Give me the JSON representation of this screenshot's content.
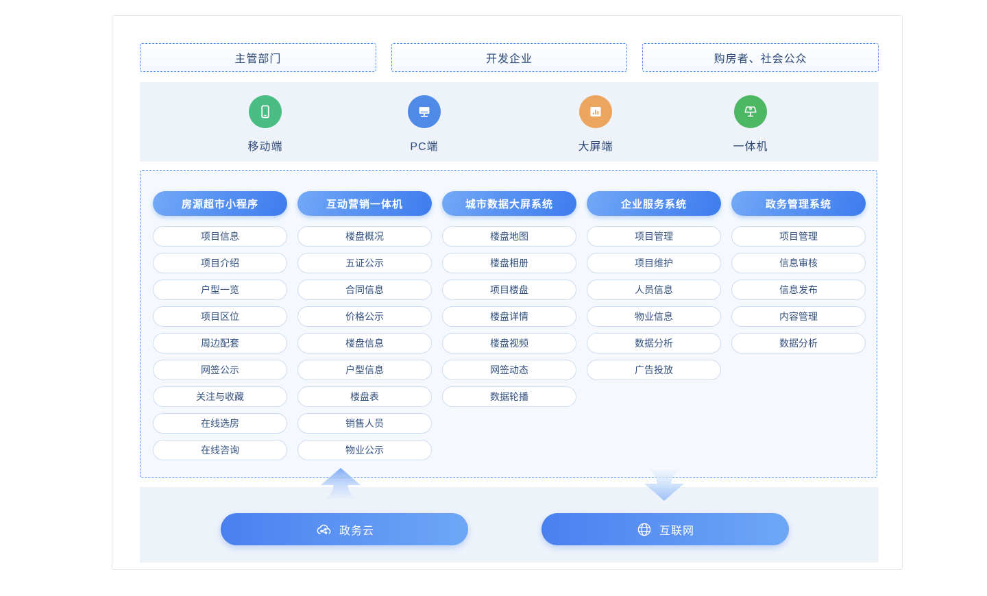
{
  "top_groups": [
    {
      "label": "主管部门"
    },
    {
      "label": "开发企业"
    },
    {
      "label": "购房者、社会公众"
    }
  ],
  "devices": [
    {
      "label": "移动端",
      "icon": "smartphone-icon",
      "color": "#49bd84"
    },
    {
      "label": "PC端",
      "icon": "desktop-icon",
      "color": "#4f8ae8"
    },
    {
      "label": "大屏端",
      "icon": "bar-chart-icon",
      "color": "#eca55e"
    },
    {
      "label": "一体机",
      "icon": "kiosk-icon",
      "color": "#4cb863"
    }
  ],
  "systems": [
    {
      "title": "房源超市小程序",
      "items": [
        "项目信息",
        "项目介绍",
        "户型一览",
        "项目区位",
        "周边配套",
        "网签公示",
        "关注与收藏",
        "在线选房",
        "在线咨询"
      ]
    },
    {
      "title": "互动营销一体机",
      "items": [
        "楼盘概况",
        "五证公示",
        "合同信息",
        "价格公示",
        "楼盘信息",
        "户型信息",
        "楼盘表",
        "销售人员",
        "物业公示"
      ]
    },
    {
      "title": "城市数据大屏系统",
      "items": [
        "楼盘地图",
        "楼盘相册",
        "项目楼盘",
        "楼盘详情",
        "楼盘视频",
        "网签动态",
        "数据轮播"
      ]
    },
    {
      "title": "企业服务系统",
      "items": [
        "项目管理",
        "项目维护",
        "人员信息",
        "物业信息",
        "数据分析",
        "广告投放"
      ]
    },
    {
      "title": "政务管理系统",
      "items": [
        "项目管理",
        "信息审核",
        "信息发布",
        "内容管理",
        "数据分析"
      ]
    }
  ],
  "infrastructure": [
    {
      "label": "政务云",
      "icon": "cloud-icon"
    },
    {
      "label": "互联网",
      "icon": "globe-icon"
    }
  ],
  "colors": {
    "dashed_border": "#4a8cf0",
    "navy_text": "#2b4876",
    "item_text": "#33517e",
    "strip_bg": "#eef3fa",
    "panel_bg": "#f5f9fd",
    "header_pill_gradient": [
      "#74a9f7",
      "#3e7cee"
    ],
    "infra_pill_gradient": [
      "#4a80f0",
      "#6fa7f6"
    ]
  }
}
